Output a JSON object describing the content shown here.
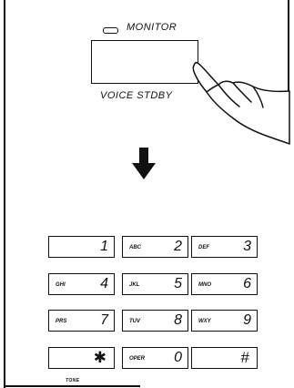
{
  "monitor": {
    "label": "MONITOR"
  },
  "voice_stdby": {
    "label": "VOICE STDBY"
  },
  "keypad": {
    "keys": [
      {
        "digit": "1",
        "letters": ""
      },
      {
        "digit": "2",
        "letters": "ABC"
      },
      {
        "digit": "3",
        "letters": "DEF"
      },
      {
        "digit": "4",
        "letters": "GHI"
      },
      {
        "digit": "5",
        "letters": "JKL"
      },
      {
        "digit": "6",
        "letters": "MNO"
      },
      {
        "digit": "7",
        "letters": "PRS"
      },
      {
        "digit": "8",
        "letters": "TUV"
      },
      {
        "digit": "9",
        "letters": "WXY"
      },
      {
        "digit": "✱",
        "letters": ""
      },
      {
        "digit": "0",
        "letters": "OPER"
      },
      {
        "digit": "#",
        "letters": ""
      }
    ],
    "tone_label": "TONE"
  },
  "icons": {
    "arrow": "down-arrow-icon",
    "hand": "pointing-hand-icon"
  }
}
